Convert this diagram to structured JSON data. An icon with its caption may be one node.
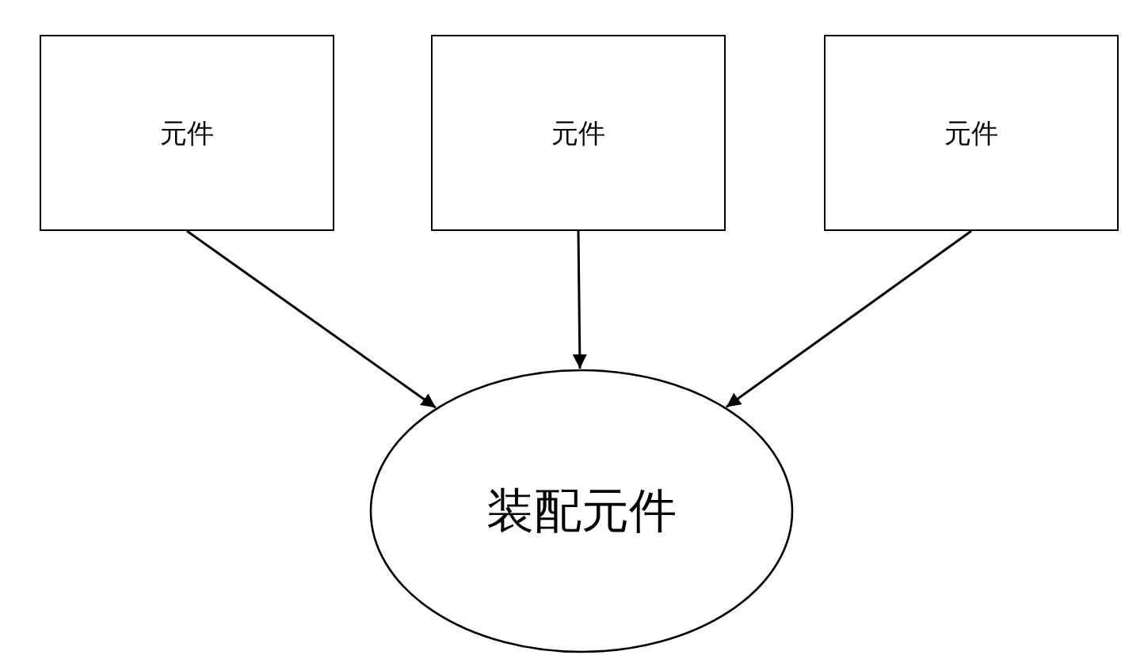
{
  "diagram": {
    "nodes": [
      {
        "text": [
          "元件"
        ]
      },
      {
        "text": [
          "元件"
        ]
      },
      {
        "text": [
          "元件"
        ]
      },
      {
        "text": [
          "装配元件"
        ]
      }
    ],
    "edges": [
      {
        "from": 0,
        "to": 3,
        "arrow": "to"
      },
      {
        "from": 1,
        "to": 3,
        "arrow": "to"
      },
      {
        "from": 2,
        "to": 3,
        "arrow": "to"
      }
    ]
  }
}
